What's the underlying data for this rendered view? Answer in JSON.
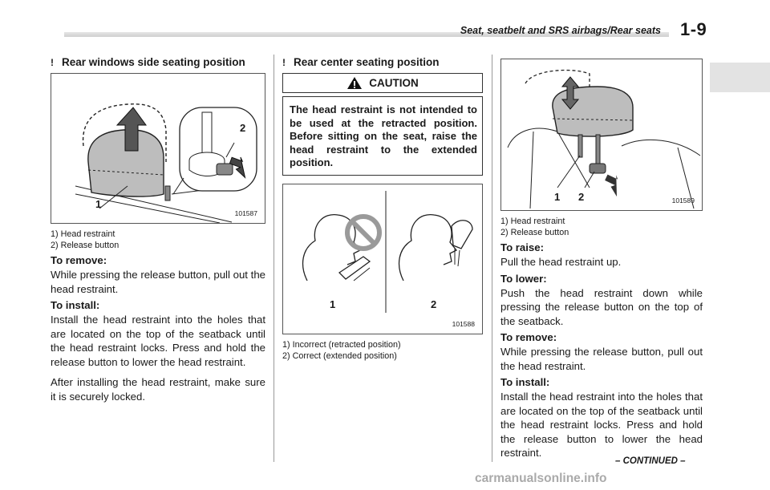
{
  "header": {
    "title": "Seat, seatbelt and SRS airbags/Rear seats",
    "page_number": "1-9"
  },
  "left": {
    "heading": "Rear windows side seating position",
    "bullet": "!",
    "figure": {
      "code": "101587",
      "label_1": "1",
      "label_2": "2"
    },
    "captions": [
      "1)  Head restraint",
      "2)  Release button"
    ],
    "remove_title": "To remove:",
    "remove_text": "While pressing the release button, pull out the head restraint.",
    "install_title": "To install:",
    "install_text": "Install the head restraint into the holes that are located on the top of the seatback until the head restraint locks. Press and hold the release button to lower the head restraint.",
    "after_text": "After installing the head restraint, make sure it is securely locked."
  },
  "middle": {
    "heading": "Rear center seating position",
    "bullet": "!",
    "caution_label": "CAUTION",
    "caution_text": "The head restraint is not intended to be used at the retracted position. Before sitting on the seat, raise the head restraint to the extended position.",
    "figure": {
      "code": "101588",
      "label_1": "1",
      "label_2": "2"
    },
    "captions": [
      "1)  Incorrect (retracted position)",
      "2)  Correct (extended position)"
    ]
  },
  "right": {
    "figure": {
      "code": "101589",
      "label_1": "1",
      "label_2": "2"
    },
    "captions": [
      "1)  Head restraint",
      "2)  Release button"
    ],
    "raise_title": "To raise:",
    "raise_text": "Pull the head restraint up.",
    "lower_title": "To lower:",
    "lower_text": "Push the head restraint down while pressing the release button on the top of the seatback.",
    "remove_title": "To remove:",
    "remove_text": "While pressing the release button, pull out the head restraint.",
    "install_title": "To install:",
    "install_text": "Install the head restraint into the holes that are located on the top of the seatback until the head restraint locks. Press and hold the release button to lower the head restraint."
  },
  "footer": {
    "continued": "– CONTINUED –",
    "watermark": "carmanualsonline.info"
  }
}
